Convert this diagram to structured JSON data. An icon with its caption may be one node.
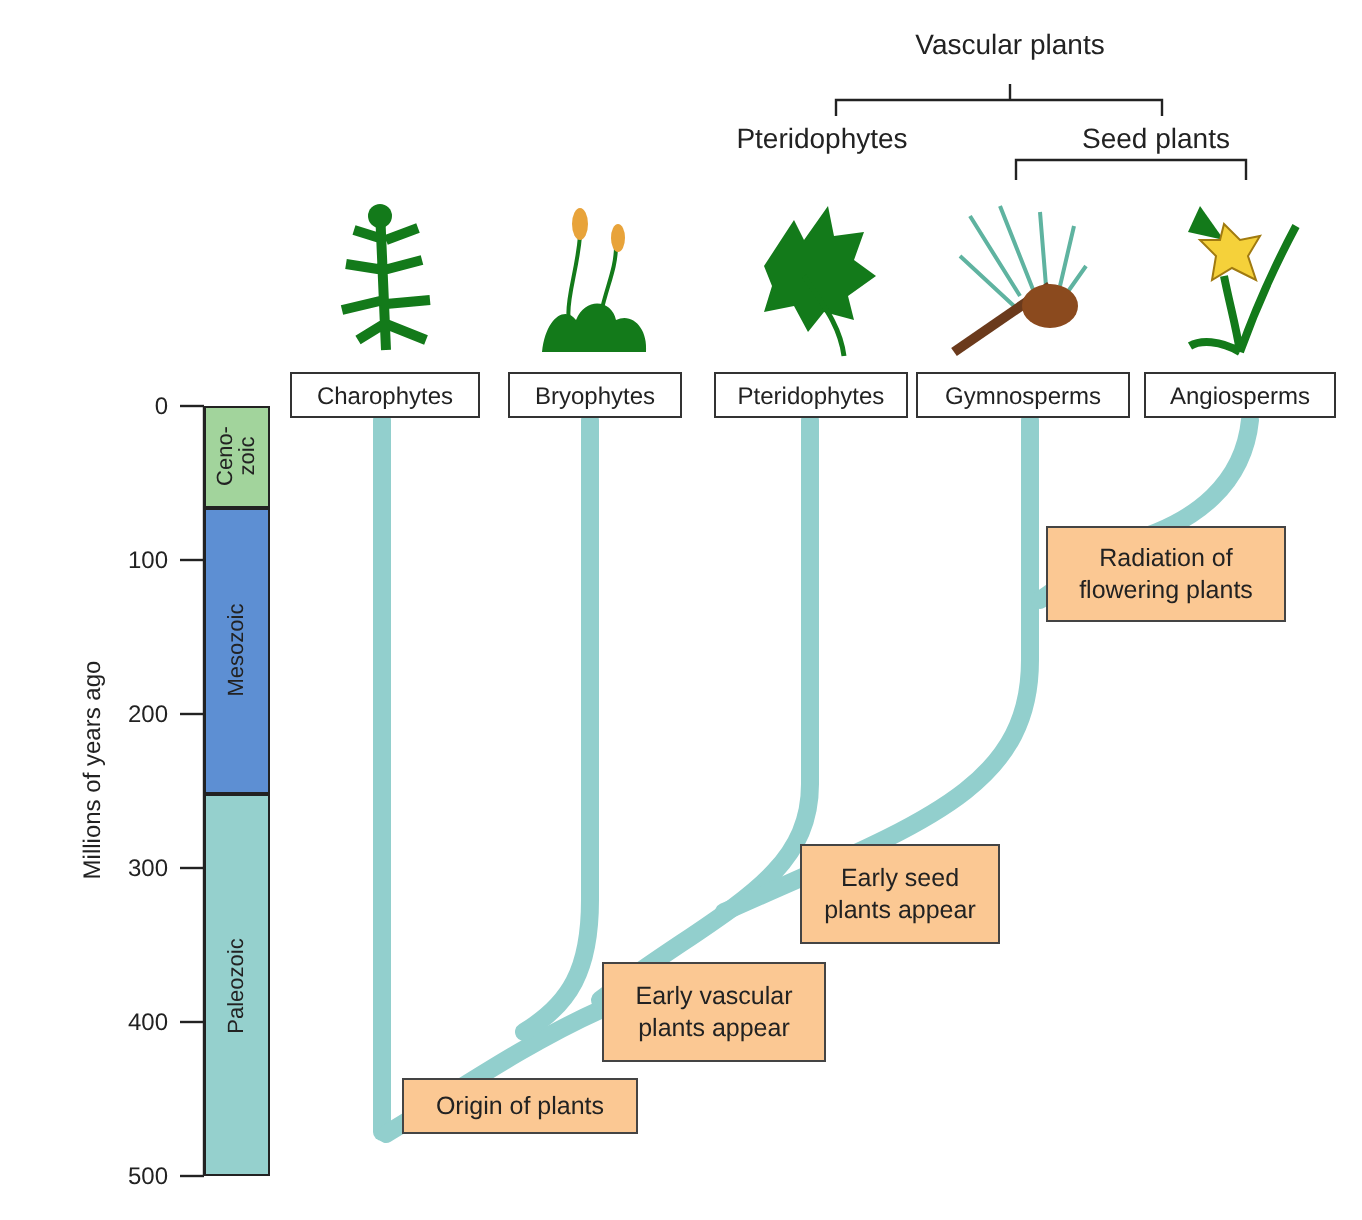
{
  "diagram": {
    "nodes": [
      {
        "text": [
          "Charophytes"
        ]
      },
      {
        "text": [
          "Bryophytes"
        ]
      },
      {
        "text": [
          "Pteridophytes"
        ]
      },
      {
        "text": [
          "Gymnosperms"
        ]
      },
      {
        "text": [
          "Angiosperms"
        ]
      },
      {
        "text": [
          "Radiation of flowering plants"
        ]
      },
      {
        "text": [
          "Early seed plants appear"
        ]
      },
      {
        "text": [
          "Early vascular plants appear"
        ]
      },
      {
        "text": [
          "Origin of plants"
        ]
      },
      {
        "text": [
          "Ceno- zoic"
        ]
      },
      {
        "text": [
          "Mesozoic"
        ]
      },
      {
        "text": [
          "Paleozoic"
        ]
      }
    ],
    "labels": [
      "Vascular plants",
      "Pteridophytes",
      "Seed plants",
      "0",
      "100",
      "200",
      "300",
      "400",
      "500",
      "Millions of years ago"
    ]
  }
}
